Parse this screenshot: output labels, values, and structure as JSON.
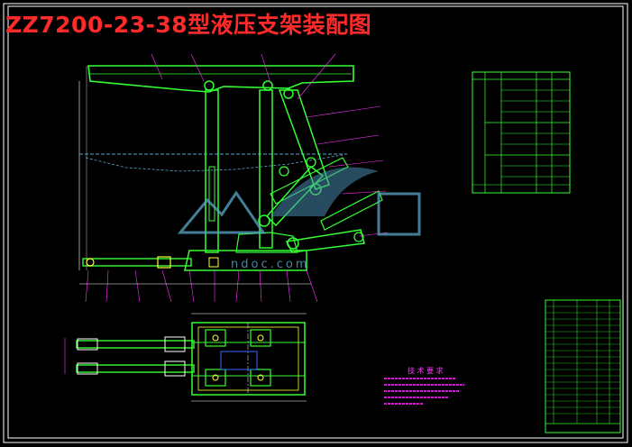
{
  "drawing": {
    "title": "ZZ7200-23-38型液压支架装配图",
    "watermark_text": "ndoc.com",
    "technical_requirements_heading": "技 术 要 求"
  },
  "colors": {
    "background": "#000000",
    "title": "#ff2a2a",
    "outline": "#ffffff",
    "structure": "#33ff33",
    "dimension": "#ff33ff",
    "table": "#33ff33",
    "component": "#ffff33",
    "hatch": "#3366ff",
    "watermark": "#5aa8c8"
  },
  "icons": [
    "watermark-logo"
  ]
}
